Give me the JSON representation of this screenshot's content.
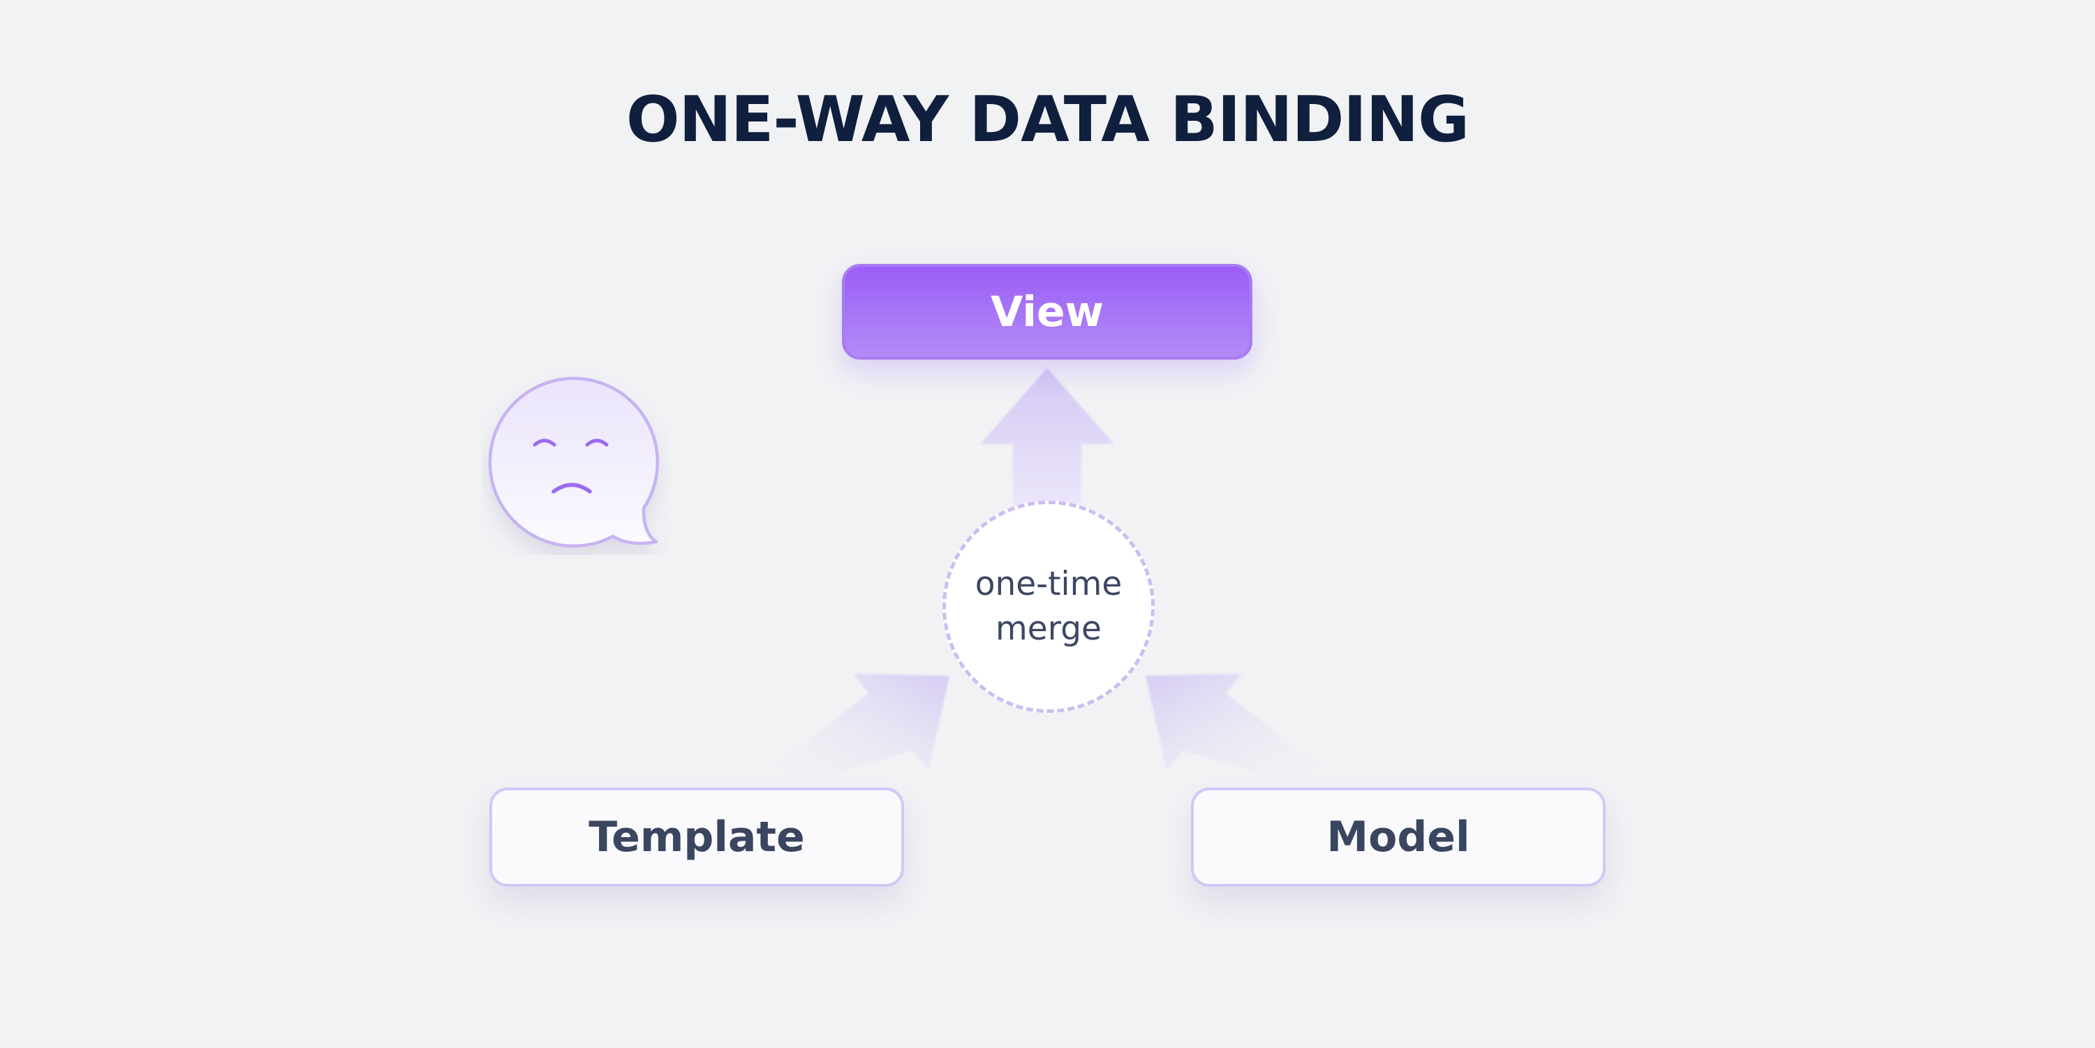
{
  "title": "ONE-WAY DATA BINDING",
  "nodes": {
    "view": "View",
    "template": "Template",
    "model": "Model"
  },
  "merge": {
    "line1": "one-time",
    "line2": "merge"
  },
  "icons": {
    "sad_bubble": "sad-face-speech-bubble-icon"
  },
  "colors": {
    "background": "#f1f2f4",
    "title": "#0f1f3d",
    "accent_purple": "#9b5ef6",
    "box_text": "#3a4560",
    "arrow_fill": "#d8cff3"
  }
}
